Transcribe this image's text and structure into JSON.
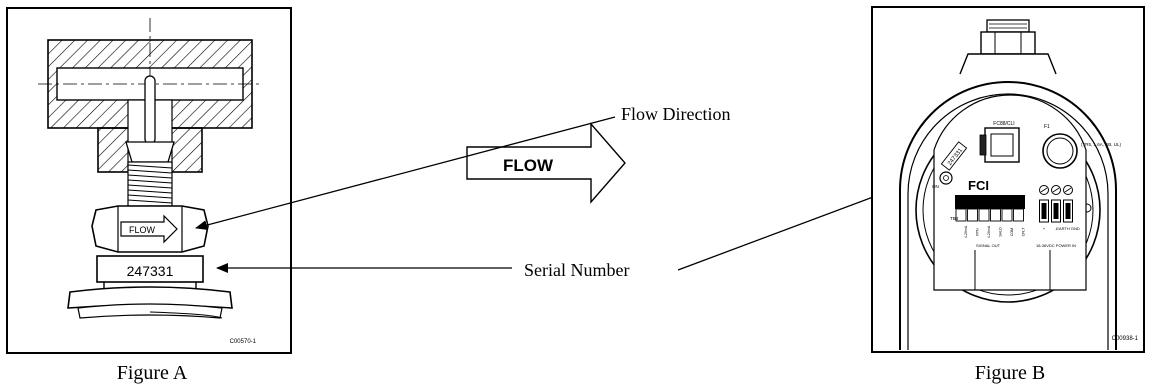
{
  "figure_a": {
    "caption": "Figure A",
    "flow_label": "FLOW",
    "serial": "247331",
    "code": "C00570-1"
  },
  "figure_b": {
    "caption": "Figure B",
    "code": "C00938-1",
    "brand": "FCI",
    "port_label": "FC88/CLI",
    "fuse_label": "F1",
    "fuse_spec": "(TR5, 1.6A, SB, UL)",
    "serial_tag": "247331",
    "led_label": "ON",
    "terminal_label": "TB3",
    "signal_out_label": "SIGNAL OUT",
    "power_label": "18-36VDC POWER IN",
    "pins_signal": [
      "4-20mA",
      "RTN",
      "4-20mA",
      "SHLD",
      "COM",
      "CFLT"
    ],
    "pins_power": [
      "+",
      "-",
      "EARTH GND"
    ]
  },
  "center": {
    "flow_label": "FLOW"
  },
  "callouts": {
    "flow_direction": "Flow Direction",
    "serial_number": "Serial Number"
  }
}
